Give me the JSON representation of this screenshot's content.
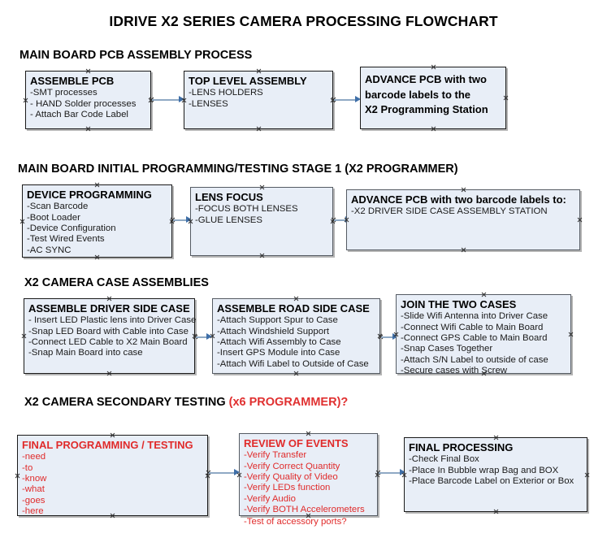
{
  "title": "IDRIVE X2  SERIES CAMERA PROCESSING FLOWCHART",
  "colors": {
    "box_fill": "#e8eef7",
    "box_border": "#1a1a1a",
    "arrow_shaft": "#8fa9c4",
    "arrow_head": "#3f6fa8",
    "text": "#000000",
    "accent_red": "#e02b2b"
  },
  "sections": [
    {
      "heading": "MAIN BOARD PCB ASSEMBLY PROCESS",
      "heading_accent": "",
      "boxes": [
        {
          "title": "ASSEMBLE PCB",
          "lines": [
            " -SMT processes",
            "- HAND Solder processes",
            "- Attach Bar Code Label"
          ],
          "color": "black"
        },
        {
          "title": "TOP LEVEL ASSEMBLY",
          "lines": [
            "-LENS HOLDERS",
            "-LENSES"
          ],
          "color": "black"
        },
        {
          "title": "ADVANCE PCB with two",
          "lines": [
            "barcode labels to the",
            " X2 Programming Station"
          ],
          "color": "black"
        }
      ]
    },
    {
      "heading": "MAIN BOARD INITIAL PROGRAMMING/TESTING STAGE 1 (X2 PROGRAMMER)",
      "heading_accent": "",
      "boxes": [
        {
          "title": "DEVICE PROGRAMMING",
          "lines": [
            "-Scan Barcode",
            "-Boot Loader",
            "-Device Configuration",
            "-Test Wired Events",
            "-AC SYNC"
          ],
          "color": "black"
        },
        {
          "title": "LENS FOCUS",
          "lines": [
            "-FOCUS BOTH LENSES",
            "-GLUE LENSES"
          ],
          "color": "black"
        },
        {
          "title": "ADVANCE PCB with two barcode labels to:",
          "lines": [
            "-X2 DRIVER  SIDE  CASE  ASSEMBLY STATION"
          ],
          "color": "black"
        }
      ]
    },
    {
      "heading": "X2 CAMERA CASE ASSEMBLIES",
      "heading_accent": "",
      "boxes": [
        {
          "title": "ASSEMBLE DRIVER SIDE CASE",
          "lines": [
            "- Insert LED Plastic lens into Driver Case",
            "-Snap LED Board with Cable into Case",
            "-Connect LED Cable to X2 Main Board",
            "-Snap Main Board into case"
          ],
          "color": "black"
        },
        {
          "title": "ASSEMBLE ROAD SIDE CASE",
          "lines": [
            "-Attach Support Spur to Case",
            "-Attach Windshield Support",
            "-Attach Wifi Assembly to Case",
            "-Insert GPS Module into Case",
            "-Attach Wifi Label to Outside of Case"
          ],
          "color": "black"
        },
        {
          "title": "JOIN THE TWO CASES",
          "lines": [
            "-Slide Wifi Antenna into Driver Case",
            "-Connect Wifi Cable to Main Board",
            "-Connect GPS Cable to Main Board",
            "-Snap Cases Together",
            "-Attach S/N Label to outside of case",
            "-Secure cases with Screw"
          ],
          "color": "black"
        }
      ]
    },
    {
      "heading": "X2 CAMERA SECONDARY TESTING ",
      "heading_accent": "(x6 PROGRAMMER)?",
      "boxes": [
        {
          "title": "FINAL PROGRAMMING / TESTING",
          "lines": [
            "-need",
            "-to",
            "-know",
            "-what",
            "-goes",
            "-here"
          ],
          "color": "red"
        },
        {
          "title": "REVIEW OF EVENTS",
          "lines": [
            "-Verify Transfer",
            "-Verify Correct Quantity",
            "-Verify Quality of Video",
            "-Verify LEDs function",
            "-Verify Audio",
            "-Verify BOTH Accelerometers"
          ],
          "overflow_line": "-Test of accessory ports?",
          "color": "red"
        },
        {
          "title": "FINAL PROCESSING",
          "lines": [
            " -Check Final Box",
            "-Place In Bubble wrap Bag and BOX",
            "-Place Barcode Label on Exterior or Box"
          ],
          "color": "black"
        }
      ]
    }
  ]
}
